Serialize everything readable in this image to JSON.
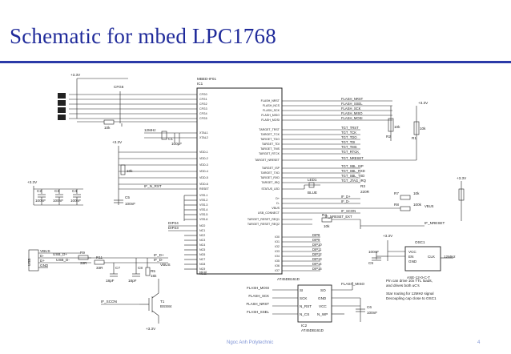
{
  "slide": {
    "title": "Schematic for mbed LPC1768",
    "author": "Ngoc Anh Polytechnic",
    "page_number": "4"
  },
  "schematic": {
    "ic1": {
      "designator": "MBED-IF01",
      "ref": "IC1",
      "left_pins": [
        "CFG0",
        "CFG1",
        "CFG2",
        "CFG3",
        "CFG4",
        "CFG5",
        "XTAL1",
        "XTAL2",
        "VDD-1",
        "VDD-2",
        "VDD-3",
        "VDD-4",
        "VDD-5",
        "VDD-6",
        "RESET",
        "VSS-1",
        "VSS-2",
        "VSS-3",
        "VSS-4",
        "VSS-5",
        "VSS-6",
        "NC0",
        "NC1",
        "NC2",
        "NC3",
        "NC4",
        "NC5",
        "NC6",
        "NC7",
        "NC8",
        "NC9",
        "NC10",
        "NC11"
      ],
      "right_pins": [
        "FLASH_NRST",
        "FLASH_NCS",
        "FLASH_SCK",
        "FLASH_MISO",
        "FLASH_MOSI",
        "TARGET_TRST",
        "TARGET_TCK",
        "TARGET_TDO",
        "TARGET_TDI",
        "TARGET_TMS",
        "TARGET_RTCK",
        "TARGET_NRESET",
        "TARGET_ISP",
        "TARGET_TXD",
        "TARGET_RXD",
        "TARGET_IRQ",
        "STATUS_LED",
        "D+",
        "D-",
        "VBUS",
        "USB_CONNECT",
        "TARGET_RESET_REQ1",
        "TARGET_RESET_REQ2",
        "IO0",
        "IO1",
        "IO2",
        "IO3",
        "IO4",
        "IO5",
        "IO6",
        "IO7"
      ]
    },
    "ic2": {
      "part": "AT45DB161D",
      "ref": "IC2",
      "pins_left": [
        "SI",
        "SCK",
        "N_RST",
        "N_CS"
      ],
      "pins_right": [
        "SO",
        "GND",
        "VCC",
        "N_WP"
      ]
    },
    "nets": {
      "flash_right": [
        "FLASH_NRST",
        "FLASH_SSEL",
        "FLASH_SCK",
        "FLASH_MISO",
        "FLASH_MOSI"
      ],
      "tgt_right": [
        "TGT_TRST",
        "TGT_TCK",
        "TGT_TDO",
        "TGT_TDI",
        "TGT_TMS",
        "TGT_RTCK"
      ],
      "tgt_nreset": "TGT_NRESET",
      "tgt_sbl": [
        "TGT_SBL_ISP",
        "TGT_SBL_RXD",
        "TGT_SBL_TXD",
        "TGT_JTAG_IRQ"
      ],
      "if_d": [
        "IF_D+",
        "IF_D-"
      ],
      "vbus": "VBUS",
      "if_scon": "IF_SCON",
      "if_nreset_ext": "IF_NRESET_EXT",
      "dip_nets": [
        "DIP8",
        "DIP9",
        "DIP10",
        "DIP11",
        "DIP12",
        "DIP13",
        "DIP14",
        "DIP15"
      ],
      "if_n_rst": "IF_N_RST",
      "dip_left": [
        "DIP24",
        "DIP23"
      ],
      "flash_ic2": [
        "FLASH_MOSI",
        "FLASH_SCK",
        "FLASH_NRST",
        "FLASH_SSEL"
      ],
      "flash_miso": "FLASH_MISO",
      "if_nreset": "IF_NRESET",
      "if_d_plus": "IF_D+",
      "if_d_minus": "IF_D-",
      "usb_dp": "USB_D+",
      "usb_dm": "USB_D-"
    },
    "components": {
      "cfg": "CFG6",
      "r1": "10k",
      "c1": "C1",
      "c1v": "100pF",
      "xtal": "12MHz",
      "r10k_vdd": "10k",
      "c5": "C5",
      "c5v": "100nF",
      "c2": "C2",
      "c3": "C3",
      "c4": "C4",
      "c_val": "100nF",
      "led": "LED1",
      "led_label": "BLUE",
      "r_led": "R3",
      "r_led_v": "220R",
      "r2": "R2",
      "r2v": "10k",
      "r1b": "R1",
      "r1bv": "10k",
      "r7": "R7",
      "r7v": "10k",
      "r8": "R8",
      "r8v": "100k",
      "r4": "R4",
      "r4v": "10k",
      "r9": "R9",
      "r9v": "33R",
      "r11": "R11",
      "r11v": "33R",
      "c7": "C7",
      "c8": "C8",
      "c7v": "18pF",
      "c8v": "18pF",
      "rsb": "R5",
      "rsbv": "15k",
      "osc": "OSC1",
      "osc_part": "ASE-12-0-C-T",
      "osc_vcc": "VCC",
      "osc_en": "EN",
      "osc_gnd": "GND",
      "osc_clk": "CLK",
      "osc_freq": "12MHz",
      "c9": "C9",
      "c9v": "100nF",
      "c6": "C6",
      "c6v": "100nF",
      "t1": "T1",
      "t1p": "BSS84",
      "usb": "USB",
      "usb_pins": [
        "VBUS",
        "D-",
        "D+",
        "GND"
      ],
      "sup_33": "+3.3V"
    },
    "notes": [
      "Pin can drive 10x TTL loads,",
      "and drives both uC's",
      "Star routing for 12MHz signal",
      "Decoupling cap close to OSC1"
    ]
  }
}
